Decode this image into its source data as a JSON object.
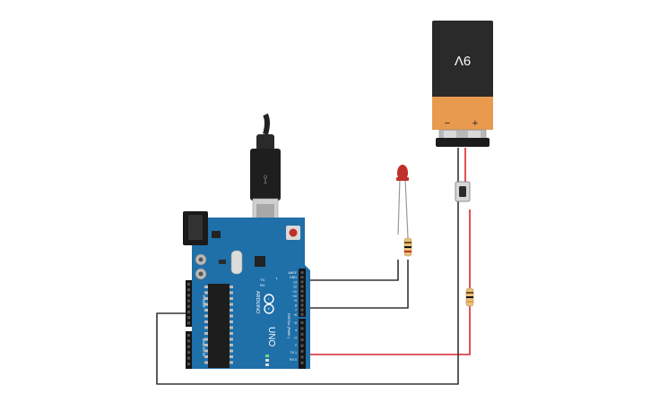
{
  "battery": {
    "label": "9V",
    "minus": "−",
    "plus": "+",
    "body_color": "#2a2a2a",
    "band_color": "#e89a4f"
  },
  "arduino": {
    "brand": "ARDUINO",
    "model": "UNO",
    "board_color": "#1f6fa8",
    "header_labels": [
      "AREF",
      "GND",
      "13",
      "12",
      "~11",
      "~10",
      "~9",
      "8",
      "7",
      "~6",
      "~5",
      "4",
      "~3",
      "2",
      "TX 1",
      "RX 0"
    ],
    "side_label_digital": "DIGITAL (PWM~)",
    "side_label_power": "POWER",
    "side_label_analog": "ANALOG IN",
    "tx_label": "TX",
    "rx_label": "RX",
    "l_label": "L"
  },
  "wires": {
    "black_color": "#333333",
    "red_color": "#d9262c"
  },
  "led": {
    "color": "#c0302a"
  }
}
